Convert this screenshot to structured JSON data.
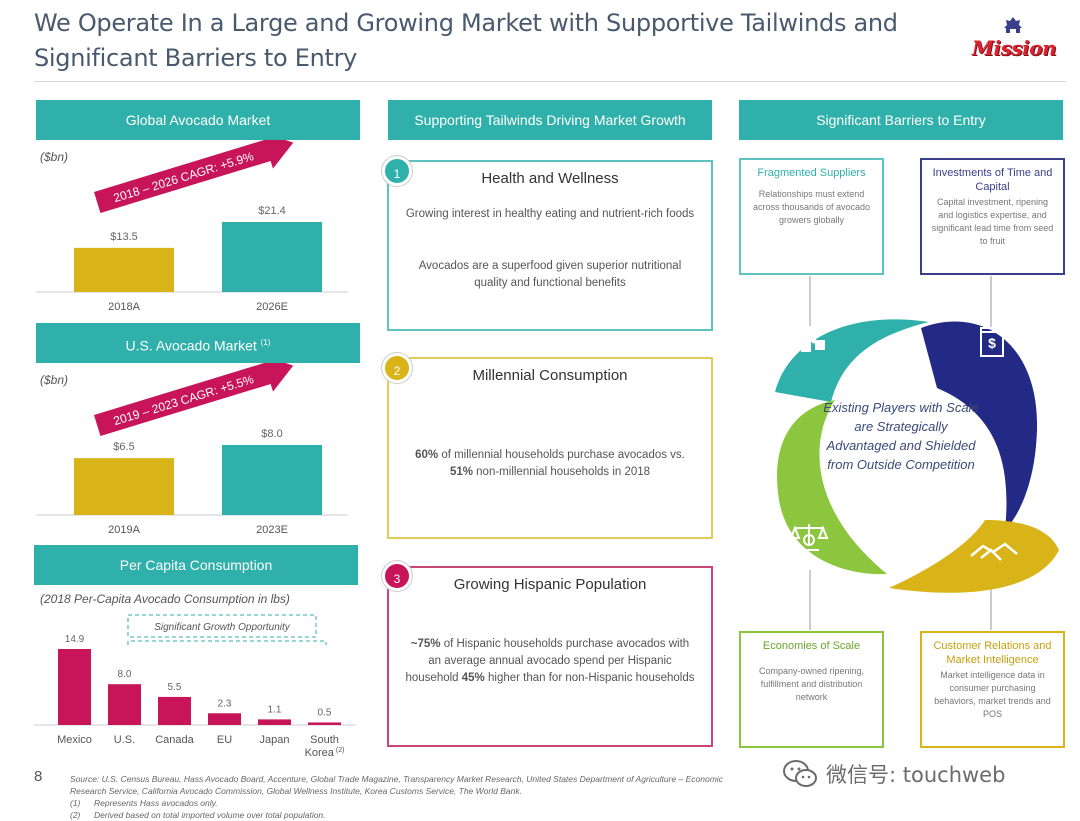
{
  "title": "We Operate In a Large and Growing Market with Supportive Tailwinds and Significant Barriers to Entry",
  "logo": "Mission",
  "page_number": "8",
  "colors": {
    "teal": "#2fb0ab",
    "mustard": "#d8b418",
    "magenta": "#c8155a",
    "navy": "#232a86",
    "green": "#8cc63f"
  },
  "left": {
    "global": {
      "header": "Global Avocado Market",
      "unit": "($bn)",
      "cagr": "2018 – 2026 CAGR: +5.9%",
      "chart_data": {
        "type": "bar",
        "categories": [
          "2018A",
          "2026E"
        ],
        "values": [
          13.5,
          21.4
        ],
        "labels": [
          "$13.5",
          "$21.4"
        ],
        "colors": [
          "#d8b418",
          "#2fb0ab"
        ]
      }
    },
    "us": {
      "header": "U.S. Avocado Market",
      "header_sup": "(1)",
      "unit": "($bn)",
      "cagr": "2019 – 2023 CAGR: +5.5%",
      "chart_data": {
        "type": "bar",
        "categories": [
          "2019A",
          "2023E"
        ],
        "values": [
          6.5,
          8.0
        ],
        "labels": [
          "$6.5",
          "$8.0"
        ],
        "colors": [
          "#d8b418",
          "#2fb0ab"
        ]
      }
    },
    "per_capita": {
      "header": "Per Capita Consumption",
      "subtitle": "(2018 Per-Capita Avocado Consumption in lbs)",
      "opportunity": "Significant Growth Opportunity",
      "chart_data": {
        "type": "bar",
        "categories": [
          "Mexico",
          "U.S.",
          "Canada",
          "EU",
          "Japan",
          "South Korea"
        ],
        "category_lines": [
          [
            "Mexico"
          ],
          [
            "U.S."
          ],
          [
            "Canada"
          ],
          [
            "EU"
          ],
          [
            "Japan"
          ],
          [
            "South",
            "Korea"
          ]
        ],
        "sup": "(2)",
        "values": [
          14.9,
          8.0,
          5.5,
          2.3,
          1.1,
          0.5
        ],
        "labels": [
          "14.9",
          "8.0",
          "5.5",
          "2.3",
          "1.1",
          "0.5"
        ]
      }
    }
  },
  "middle": {
    "header": "Supporting Tailwinds Driving Market Growth",
    "cards": [
      {
        "num": "1",
        "title": "Health and Wellness",
        "body1": "Growing interest in healthy eating and nutrient-rich foods",
        "body2": "Avocados are a superfood given superior nutritional quality and functional benefits"
      },
      {
        "num": "2",
        "title": "Millennial Consumption",
        "b1": "60%",
        "t1": " of millennial households purchase avocados vs.",
        "b2": "51%",
        "t2": " non-millennial households in 2018"
      },
      {
        "num": "3",
        "title": "Growing Hispanic Population",
        "b1": "~75%",
        "t1": " of Hispanic households purchase avocados with an average annual avocado spend per Hispanic household ",
        "b2": "45%",
        "t2": " higher than for non-Hispanic households"
      }
    ]
  },
  "right": {
    "header": "Significant Barriers to Entry",
    "center": "Existing Players with Scale are Strategically Advantaged and Shielded from Outside Competition",
    "boxes": [
      {
        "title": "Fragmented Suppliers",
        "body": "Relationships must extend across thousands of avocado growers globally"
      },
      {
        "title": "Investments of Time and Capital",
        "body": "Capital investment, ripening and logistics expertise, and significant lead time from seed to fruit"
      },
      {
        "title": "Economies of Scale",
        "body": "Company-owned ripening, fulfillment and distribution network"
      },
      {
        "title": "Customer Relations and Market Intelligence",
        "body": "Market intelligence data in consumer purchasing behaviors, market trends and POS"
      }
    ]
  },
  "footer": {
    "source_label": "Source:",
    "source": "U.S. Census Bureau, Hass Avocado Board, Accenture, Global Trade Magazine, Transparency Market Research, United States Department of Agriculture – Economic Research Service, California Avocado Commission, Global Wellness Institute, Korea Customs Service, The World Bank.",
    "note1_key": "(1)",
    "note1": "Represents Hass avocados only.",
    "note2_key": "(2)",
    "note2": "Derived based on total imported volume over total population."
  },
  "watermark": "微信号: touchweb"
}
